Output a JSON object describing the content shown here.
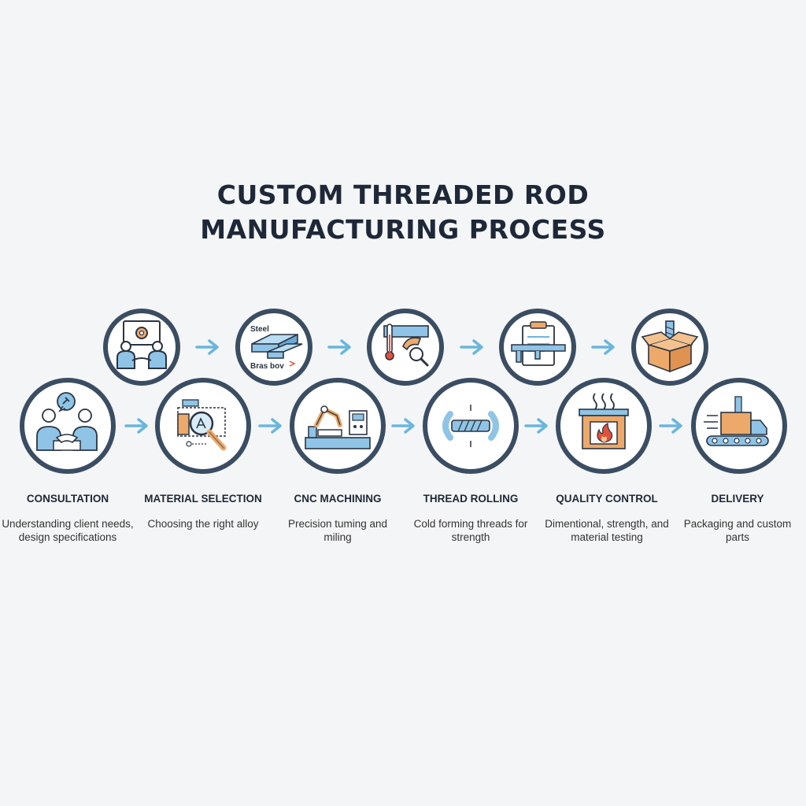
{
  "title": {
    "line1": "CUSTOM THREADED ROD",
    "line2": "MANUFACTURING PROCESS"
  },
  "steps": [
    {
      "label": "CONSULTATION",
      "description": "Understanding client needs, design specifications",
      "icon": "handshake-icon"
    },
    {
      "label": "MATERIAL SELECTION",
      "description": "Choosing the right alloy",
      "icon": "magnifier-blueprint-icon"
    },
    {
      "label": "CNC MACHINING",
      "description": "Precision tuming and miling",
      "icon": "cnc-robot-arm-icon"
    },
    {
      "label": "THREAD ROLLING",
      "description": "Cold forming threads for strength",
      "icon": "thread-rolling-icon"
    },
    {
      "label": "QUALITY CONTROL",
      "description": "Dimentional, strength, and material testing",
      "icon": "furnace-icon"
    },
    {
      "label": "DELIVERY",
      "description": "Packaging and custom parts",
      "icon": "delivery-truck-icon"
    }
  ],
  "top_icons": [
    {
      "icon": "meeting-gear-icon"
    },
    {
      "icon": "metal-bars-icon",
      "text1": "Steel",
      "text2": "Bras bov"
    },
    {
      "icon": "thermometer-magnifier-icon"
    },
    {
      "icon": "caliper-clipboard-icon"
    },
    {
      "icon": "open-box-bolt-icon"
    }
  ],
  "colors": {
    "ring": "#3a4d63",
    "arrow": "#6ab6dc",
    "blue": "#8fc4e6",
    "orange": "#eda96a",
    "red": "#e2503a",
    "text": "#1e2838"
  }
}
